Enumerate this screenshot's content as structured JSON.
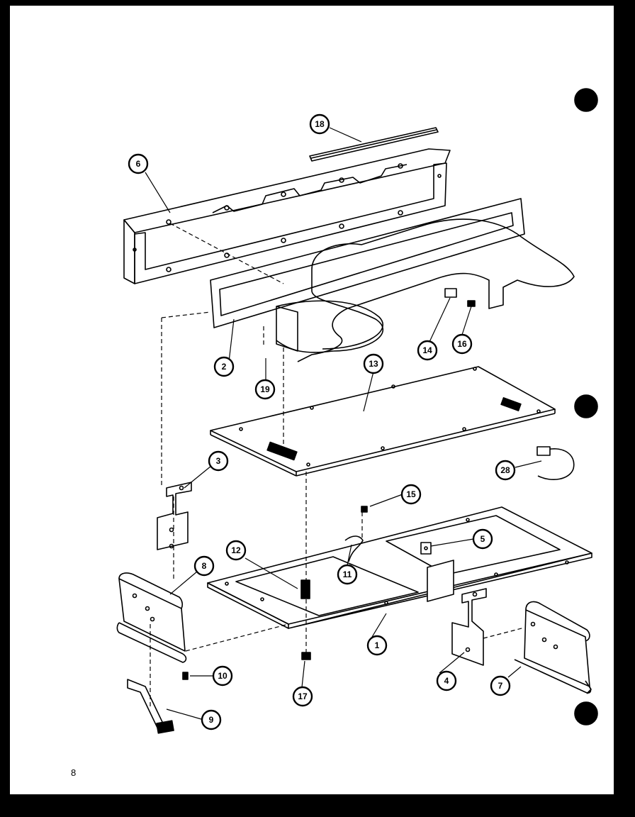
{
  "page_number": "8",
  "callouts": [
    "18",
    "6",
    "2",
    "19",
    "14",
    "16",
    "13",
    "3",
    "28",
    "15",
    "5",
    "12",
    "11",
    "8",
    "1",
    "10",
    "17",
    "4",
    "7",
    "9"
  ],
  "colors": {
    "ink": "#000000",
    "paper": "#ffffff"
  }
}
